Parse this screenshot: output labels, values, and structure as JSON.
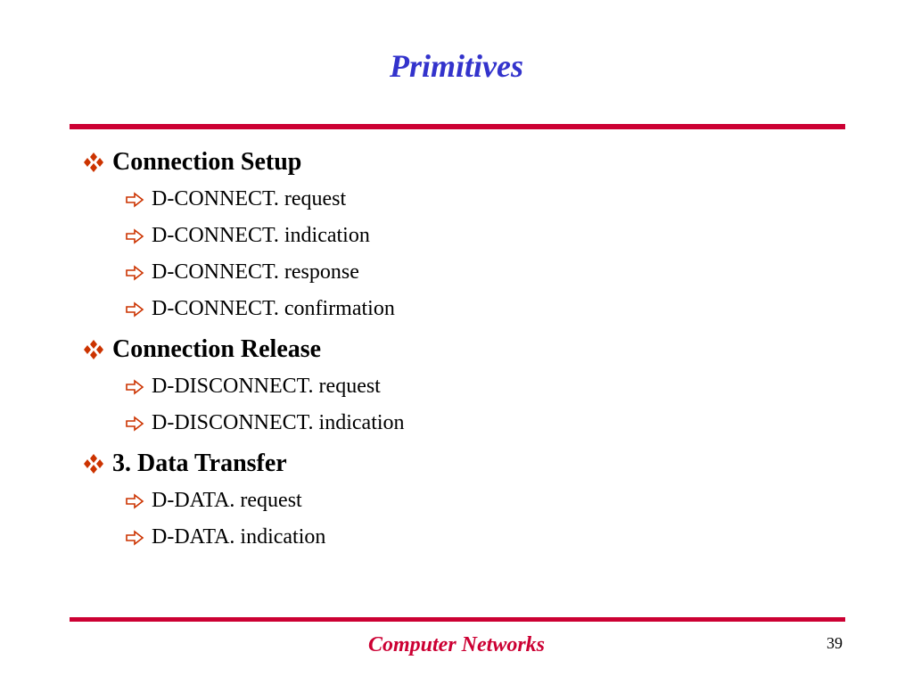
{
  "slide": {
    "title": "Primitives",
    "footer": "Computer Networks",
    "page_number": "39"
  },
  "colors": {
    "title": "#3333cc",
    "rule": "#cc0033",
    "bullet": "#cc3300",
    "footer": "#cc0033"
  },
  "icons": {
    "section_bullet": "four-diamond-bullet-icon",
    "sub_bullet": "hollow-arrow-icon"
  },
  "sections": [
    {
      "label": "Connection Setup",
      "items": [
        "D-CONNECT. request",
        "D-CONNECT. indication",
        "D-CONNECT. response",
        "D-CONNECT. confirmation"
      ]
    },
    {
      "label": "Connection Release",
      "items": [
        "D-DISCONNECT. request",
        "D-DISCONNECT. indication"
      ]
    },
    {
      "label": "3. Data Transfer",
      "items": [
        "D-DATA. request",
        "D-DATA. indication"
      ]
    }
  ]
}
